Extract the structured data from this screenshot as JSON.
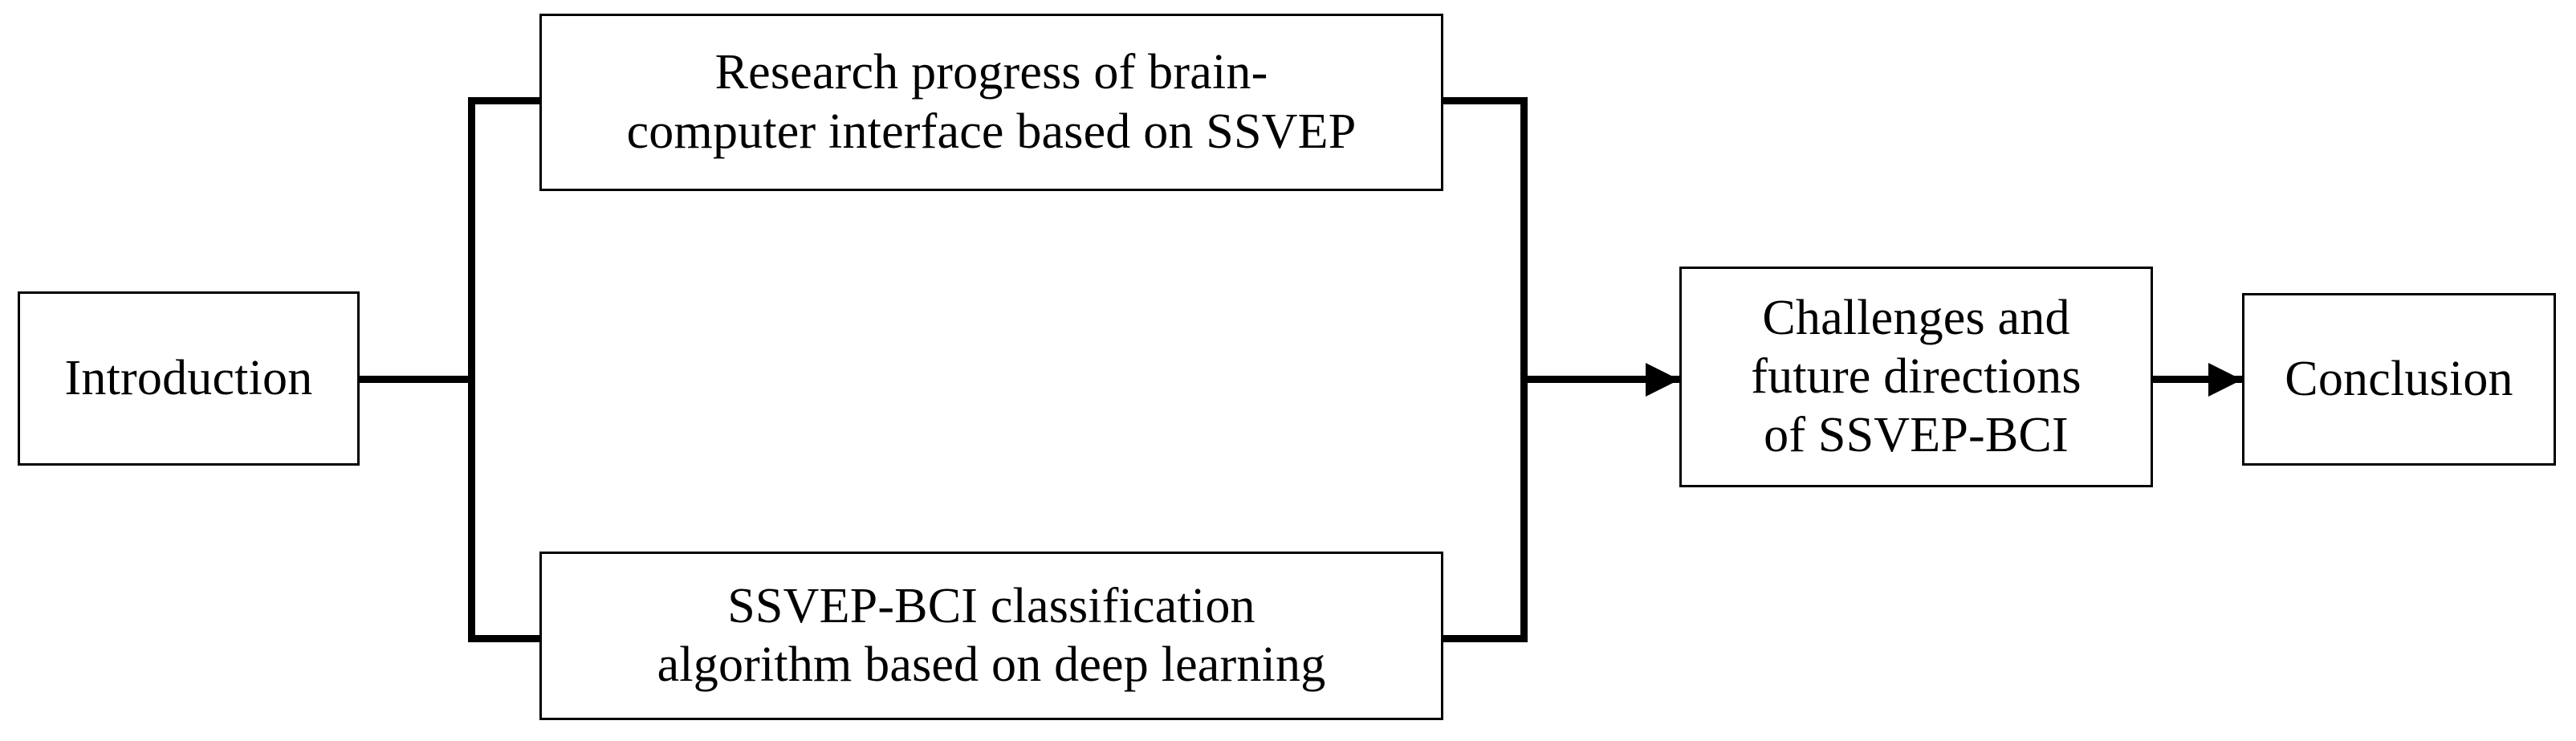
{
  "diagram": {
    "type": "flowchart",
    "orientation": "left-to-right",
    "background_color": "#ffffff",
    "line_color": "#000000",
    "nodes": [
      {
        "id": "introduction",
        "label": "Introduction",
        "shape": "rectangle"
      },
      {
        "id": "research",
        "label": "Research progress of brain-\ncomputer interface based on SSVEP",
        "shape": "rectangle"
      },
      {
        "id": "classification",
        "label": "SSVEP-BCI classification\nalgorithm based on deep learning",
        "shape": "rectangle"
      },
      {
        "id": "challenges",
        "label": "Challenges and\nfuture directions\nof SSVEP-BCI",
        "shape": "rectangle"
      },
      {
        "id": "conclusion",
        "label": "Conclusion",
        "shape": "rectangle"
      }
    ],
    "edges": [
      {
        "id": "intro-to-research",
        "from": "introduction",
        "to": "research",
        "style": "orthogonal",
        "arrow": "end"
      },
      {
        "id": "intro-to-classification",
        "from": "introduction",
        "to": "classification",
        "style": "orthogonal",
        "arrow": "end"
      },
      {
        "id": "research-to-challenges",
        "from": "research",
        "to": "challenges",
        "style": "orthogonal",
        "arrow": "end"
      },
      {
        "id": "classification-to-challenges",
        "from": "classification",
        "to": "challenges",
        "style": "orthogonal",
        "arrow": "end"
      },
      {
        "id": "challenges-to-conclusion",
        "from": "challenges",
        "to": "conclusion",
        "style": "straight",
        "arrow": "end"
      }
    ]
  }
}
